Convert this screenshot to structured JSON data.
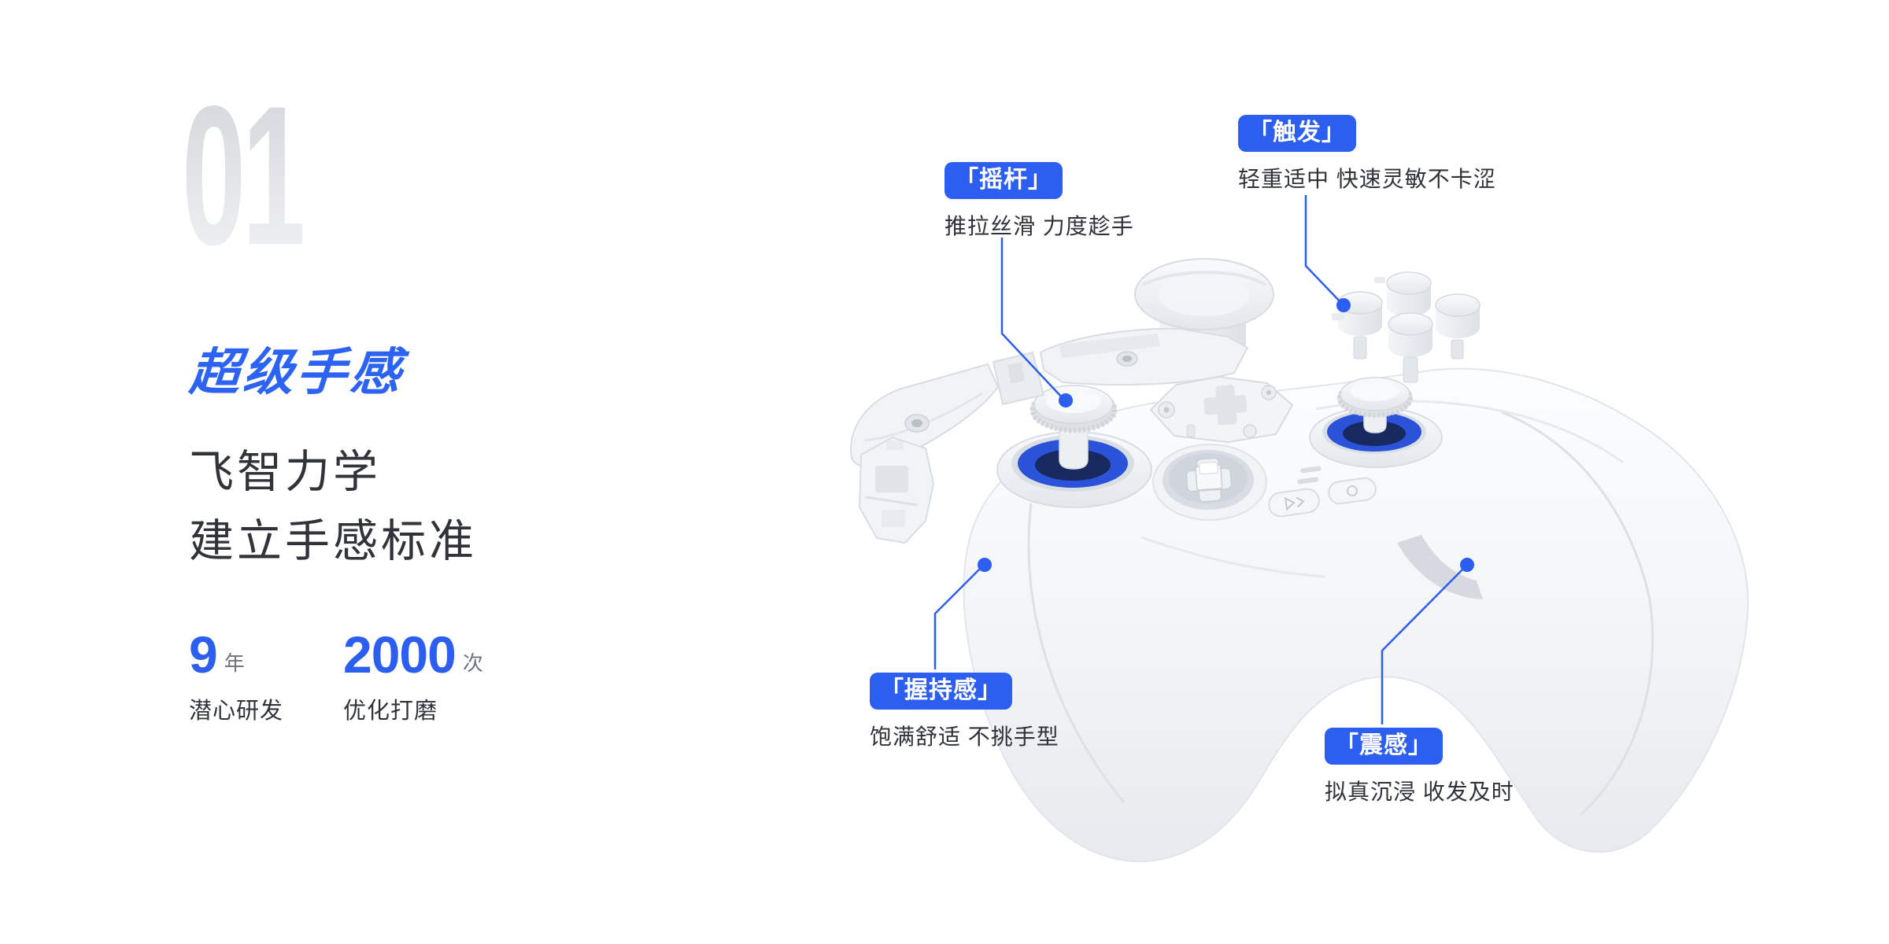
{
  "colors": {
    "accent_blue": "#2C5EF0",
    "heading_blue": "#2D63F2",
    "ring_blue": "#2A53D9",
    "text_dark": "#30343A",
    "text_mid": "#6E747C",
    "number_top": "#D4D7DB",
    "number_bottom": "#F0F1F3"
  },
  "left_panel": {
    "index_number": "01",
    "heading": "超级手感",
    "subheading_lines": [
      "飞智力学",
      "建立手感标准"
    ],
    "stats": [
      {
        "value": "9",
        "unit": "年",
        "label": "潜心研发"
      },
      {
        "value": "2000",
        "unit": "次",
        "label": "优化打磨"
      }
    ]
  },
  "callouts": [
    {
      "id": "joystick",
      "badge": "「摇杆」",
      "description": "推拉丝滑 力度趁手"
    },
    {
      "id": "trigger",
      "badge": "「触发」",
      "description": "轻重适中 快速灵敏不卡涩"
    },
    {
      "id": "grip",
      "badge": "「握持感」",
      "description": "饱满舒适 不挑手型"
    },
    {
      "id": "vibration",
      "badge": "「震感」",
      "description": "拟真沉浸 收发及时"
    }
  ],
  "illustration": {
    "name": "exploded-gamepad-render",
    "parts": [
      "controller-body",
      "left-joystick",
      "right-joystick",
      "dpad-recess",
      "dpad-receptacle-plate",
      "dpad-cap",
      "face-buttons",
      "bumper-assembly",
      "trigger-bracket",
      "start-button",
      "menu-button"
    ],
    "icons": [
      "play-icon",
      "circle-icon"
    ]
  }
}
